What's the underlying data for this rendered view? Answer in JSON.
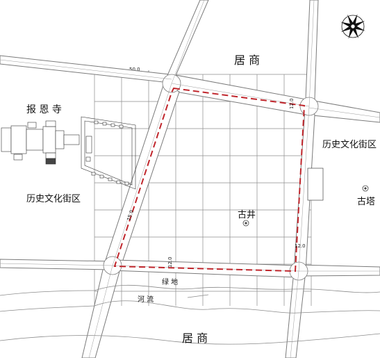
{
  "map": {
    "labels": {
      "residential_commercial_top": "居 商",
      "residential_commercial_bottom": "居 商",
      "temple": "报 恩 寺",
      "historic_district_left": "历史文化街区",
      "historic_district_right": "历史文化街区",
      "ancient_well": "古井",
      "ancient_pagoda": "古塔",
      "green_space": "绿  地",
      "river": "河    流"
    },
    "dimensions": {
      "grid_spacing": "50.0",
      "road_width_left": "15.0",
      "road_width_bottom": "12.0",
      "road_width_right": "12.0",
      "road_width_top": "12.0"
    },
    "colors": {
      "road_line": "#7a7a7a",
      "grid_line": "#8c8c8c",
      "redline": "#c0262c",
      "text": "#111111",
      "compass": "#111111"
    },
    "icons": [
      "north-compass-icon",
      "well-marker-icon",
      "pagoda-marker-icon"
    ]
  }
}
